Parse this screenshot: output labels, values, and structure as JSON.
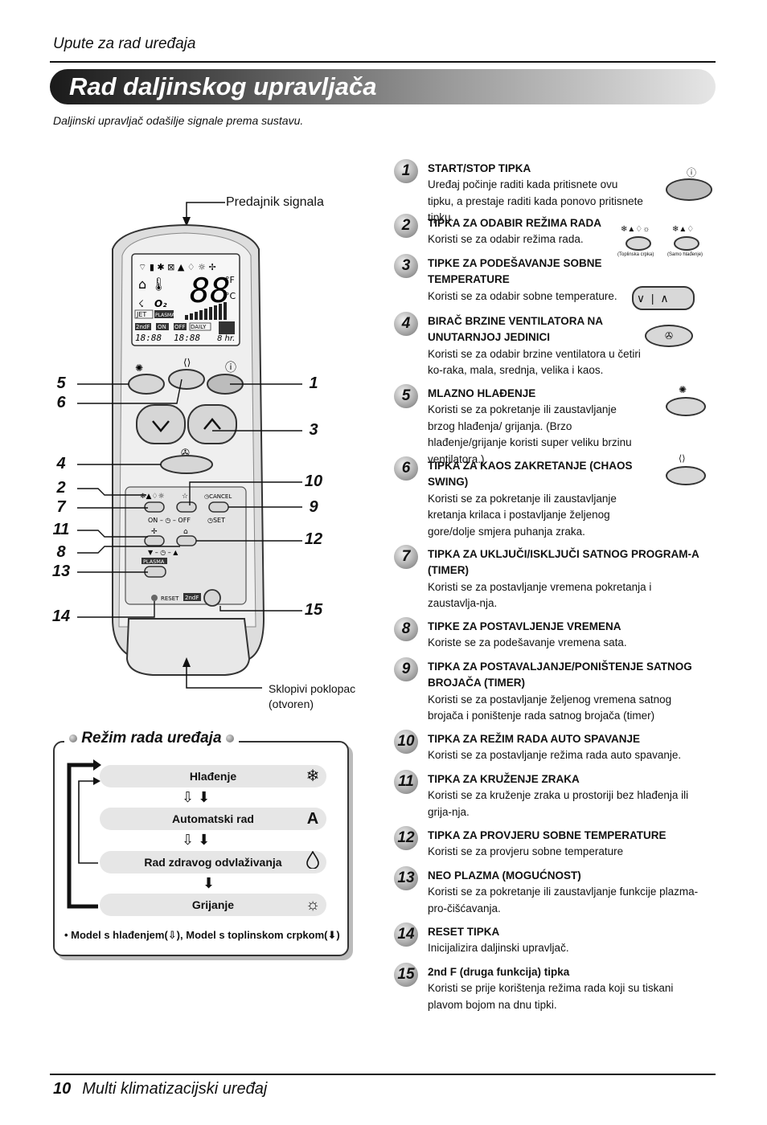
{
  "header": {
    "section": "Upute za rad uređaja"
  },
  "title": "Rad daljinskog upravljača",
  "subtitle": "Daljinski upravljač odašilje signale prema sustavu.",
  "remote": {
    "transmitter_label": "Predajnik signala",
    "cover_label_1": "Sklopivi poklopac",
    "cover_label_2": "(otvoren)",
    "lcd": {
      "digits": "88",
      "unit_f": "°F",
      "unit_c": "°C",
      "jet": "JET",
      "plasma": "PLASMA",
      "second_f": "2nd F",
      "on": "ON",
      "off": "OFF",
      "daily": "DAILY",
      "o2": "O2",
      "timer_digits_1": "18:88",
      "timer_digits_2": "18:88"
    },
    "panel": {
      "cancel": "CANCEL",
      "set": "SET",
      "on_off": "ON – ◷ – OFF",
      "time_adj": "▼ – ◷ – ▲",
      "plasma": "PLASMA",
      "reset": "RESET",
      "second_f": "2ndF"
    },
    "callouts_left": [
      "5",
      "6",
      "4",
      "2",
      "7",
      "11",
      "8",
      "13",
      "14"
    ],
    "callouts_right": [
      "1",
      "3",
      "10",
      "9",
      "12",
      "15"
    ]
  },
  "modes": {
    "title": "Režim rada uređaja",
    "items": [
      {
        "label": "Hlađenje",
        "icon": "snowflake-icon",
        "glyph": "❄"
      },
      {
        "label": "Automatski rad",
        "icon": "auto-icon",
        "glyph": "A"
      },
      {
        "label": "Rad zdravog odvlaživanja",
        "icon": "drop-icon",
        "glyph": "💧"
      },
      {
        "label": "Grijanje",
        "icon": "sun-icon",
        "glyph": "☼"
      }
    ],
    "note": "• Model s hlađenjem(⇩), Model s toplinskom crpkom(⬇)"
  },
  "items": [
    {
      "n": "1",
      "head": "START/STOP TIPKA",
      "body": "Uređaj počinje raditi kada pritisnete ovu tipku, a prestaje raditi kada ponovo pritisnete tipku."
    },
    {
      "n": "2",
      "head": "TIPKA ZA ODABIR REŽIMA RADA",
      "body": "Koristi se za odabir režima rada.",
      "cap1": "(Toplinska crpka)",
      "cap2": "(Samo hlađenje)"
    },
    {
      "n": "3",
      "head": "TIPKE ZA PODEŠAVANJE SOBNE TEMPERATURE",
      "body": "Koristi se za odabir sobne temperature."
    },
    {
      "n": "4",
      "head": "BIRAČ BRZINE VENTILATORA NA UNUTARNJOJ JEDINICI",
      "body": "Koristi se za odabir brzine ventilatora u četiri ko-raka, mala, srednja, velika i kaos."
    },
    {
      "n": "5",
      "head": "MLAZNO HLAĐENJE",
      "body": "Koristi se za pokretanje ili zaustavljanje brzog hlađenja/ grijanja. (Brzo hlađenje/grijanje koristi super veliku brzinu ventilatora.)"
    },
    {
      "n": "6",
      "head": "TIPKA ZA KAOS ZAKRETANJE (CHAOS SWING)",
      "body": "Koristi se za pokretanje ili zaustavljanje kretanja krilaca i postavljanje željenog gore/dolje smjera puhanja zraka."
    },
    {
      "n": "7",
      "head": "TIPKA ZA UKLJUČI/ISKLJUČI SATNOG PROGRAM-A (TIMER)",
      "body": "Koristi se za postavljanje vremena pokretanja i zaustavlja-nja."
    },
    {
      "n": "8",
      "head": "TIPKE ZA POSTAVLJENJE VREMENA",
      "body": "Koriste se za podešavanje vremena sata."
    },
    {
      "n": "9",
      "head": "TIPKA ZA POSTAVALJANJE/PONIŠTENJE SATNOG BROJAČA (TIMER)",
      "body": "Koristi se za postavljanje željenog vremena satnog brojača i poništenje rada satnog brojača (timer)"
    },
    {
      "n": "10",
      "head": "TIPKA ZA REŽIM RADA AUTO SPAVANJE",
      "body": "Koristi se za postavljanje režima rada auto spavanje."
    },
    {
      "n": "11",
      "head": "TIPKA ZA KRUŽENJE ZRAKA",
      "body": "Koristi se za kruženje zraka u prostoriji bez hlađenja ili grija-nja."
    },
    {
      "n": "12",
      "head": "TIPKA ZA PROVJERU SOBNE TEMPERATURE",
      "body": "Koristi se za provjeru sobne temperature"
    },
    {
      "n": "13",
      "head": "NEO PLAZMA (MOGUĆNOST)",
      "body": "Koristi se za pokretanje ili zaustavljanje funkcije plazma-pro-čišćavanja."
    },
    {
      "n": "14",
      "head": "RESET TIPKA",
      "body": "Inicijalizira daljinski upravljač."
    },
    {
      "n": "15",
      "head": "2nd F (druga funkcija) tipka",
      "body": "Koristi se prije korištenja režima rada koji su tiskani plavom bojom na dnu tipki."
    }
  ],
  "footer": {
    "page": "10",
    "text": "Multi klimatizacijski uređaj"
  }
}
